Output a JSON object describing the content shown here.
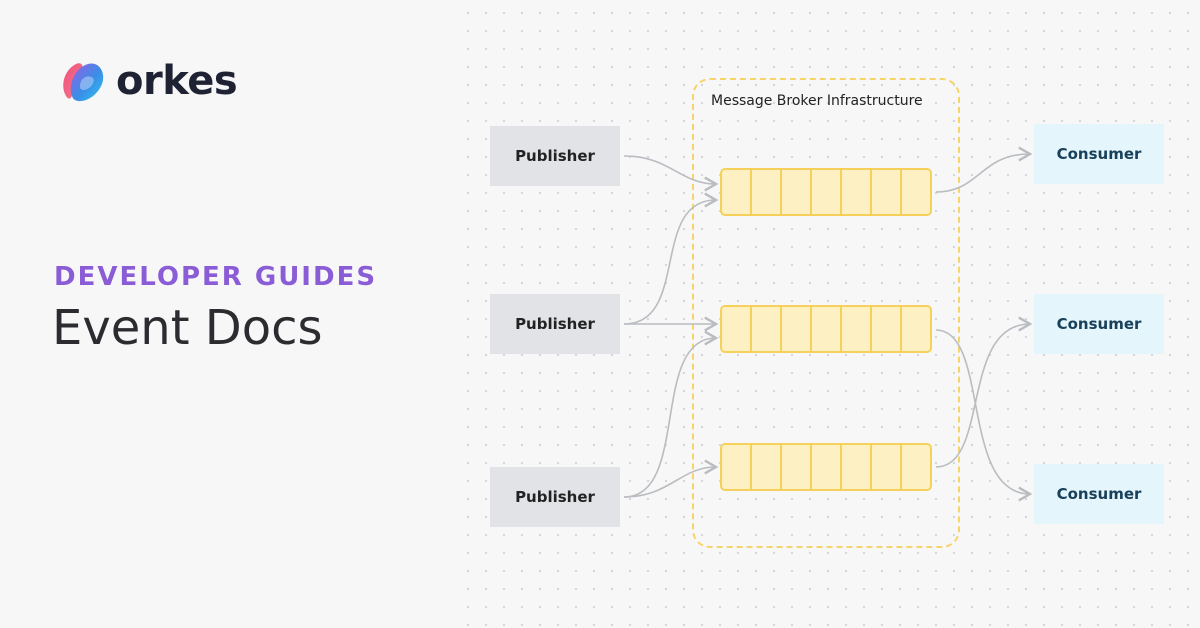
{
  "brand": {
    "name": "orkes"
  },
  "header": {
    "eyebrow": "DEVELOPER GUIDES",
    "title": "Event Docs"
  },
  "diagram": {
    "broker_label": "Message Broker Infrastructure",
    "publishers": [
      "Publisher",
      "Publisher",
      "Publisher"
    ],
    "consumers": [
      "Consumer",
      "Consumer",
      "Consumer"
    ],
    "queue_count": 3,
    "queue_cells": 7
  },
  "colors": {
    "accent_purple": "#8a5cd6",
    "queue_fill": "#fdf1c4",
    "queue_border": "#f5d15c",
    "publisher_fill": "#e1e3e6",
    "consumer_fill": "#e4f5fb",
    "connector": "#b9bcc0"
  },
  "icons": {
    "logo": "orkes-logo-icon"
  }
}
